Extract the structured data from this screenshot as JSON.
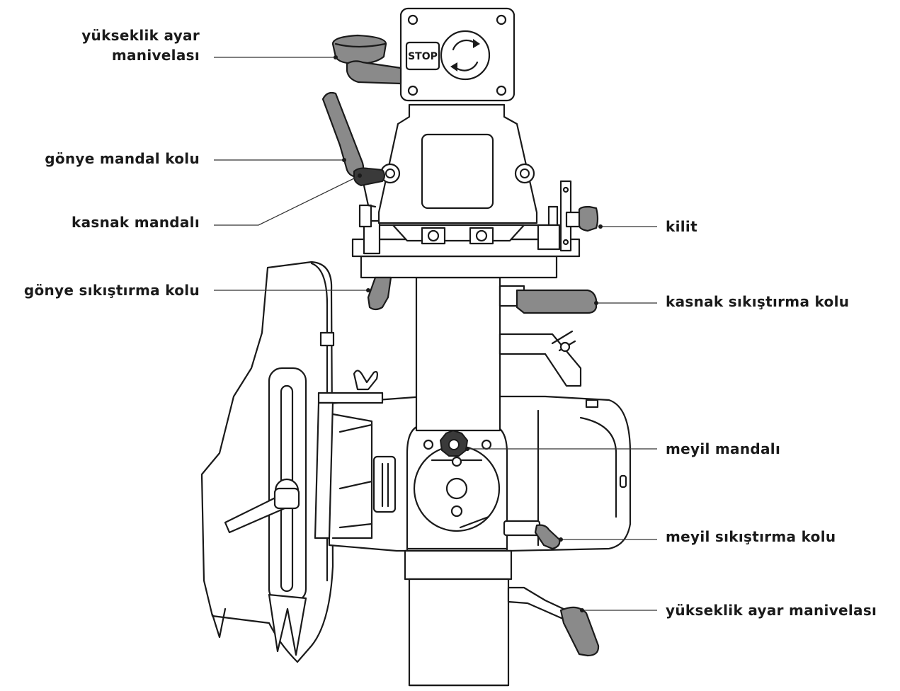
{
  "figure": {
    "stop_label": "STOP",
    "labels": {
      "yukseklik_top_line1": "yükseklik ayar",
      "yukseklik_top_line2": "manivelası",
      "gonye_mandal": "gönye mandal kolu",
      "kasnak_mandali": "kasnak mandalı",
      "gonye_sikistirma": "gönye sıkıştırma kolu",
      "kilit": "kilit",
      "kasnak_sikistirma": "kasnak sıkıştırma kolu",
      "meyil_mandali": "meyil mandalı",
      "meyil_sikistirma": "meyil sıkıştırma kolu",
      "yukseklik_bottom": "yükseklik ayar manivelası"
    },
    "colors": {
      "line": "#1a1a1a",
      "handle_gray": "#8a8a8a",
      "knob_dark": "#3a3a3a",
      "background": "#ffffff"
    }
  }
}
